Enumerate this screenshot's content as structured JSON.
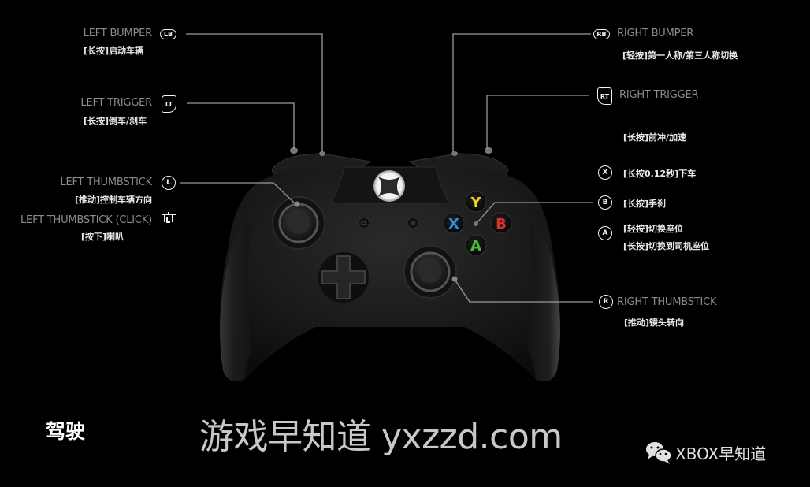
{
  "mode_title": "驾驶",
  "watermark": {
    "site": "游戏早知道 yxzzd.com",
    "brand": "XBOX早知道",
    "brand_icon": "wechat-icon"
  },
  "colors": {
    "background": "#000000",
    "label_gray": "#8c8c8c",
    "desc_white": "#e8e8e8",
    "line_gray": "#9a9a9a",
    "button_y": "#f0d020",
    "button_x": "#2a8fe0",
    "button_b": "#d8302a",
    "button_a": "#4cbf3a"
  },
  "left_controls": [
    {
      "id": "lb",
      "label": "LEFT BUMPER",
      "badge": "LB",
      "action": "[长按]启动车辆"
    },
    {
      "id": "lt",
      "label": "LEFT TRIGGER",
      "badge": "LT",
      "action": "[长按]倒车/刹车"
    },
    {
      "id": "ls",
      "label": "LEFT THUMBSTICK",
      "badge": "L",
      "action": "[推动]控制车辆方向"
    },
    {
      "id": "lsc",
      "label": "LEFT THUMBSTICK (CLICK)",
      "badge": "click-icon",
      "action": "[按下]喇叭"
    }
  ],
  "right_controls": [
    {
      "id": "rb",
      "label": "RIGHT BUMPER",
      "badge": "RB",
      "action": "[轻按]第一人称/第三人称切换"
    },
    {
      "id": "rt",
      "label": "RIGHT TRIGGER",
      "badge": "RT",
      "action": "[长按]前冲/加速"
    },
    {
      "id": "x",
      "badge": "X",
      "action": "[长按0.12秒]下车"
    },
    {
      "id": "b",
      "badge": "B",
      "action": "[长按]手刹"
    },
    {
      "id": "a",
      "badge": "A",
      "action_1": "[轻按]切换座位",
      "action_2": "[长按]切换到司机座位"
    },
    {
      "id": "rs",
      "label": "RIGHT THUMBSTICK",
      "badge": "R",
      "action": "[推动]镜头转向"
    }
  ],
  "face_buttons": {
    "y": "Y",
    "x": "X",
    "b": "B",
    "a": "A"
  }
}
